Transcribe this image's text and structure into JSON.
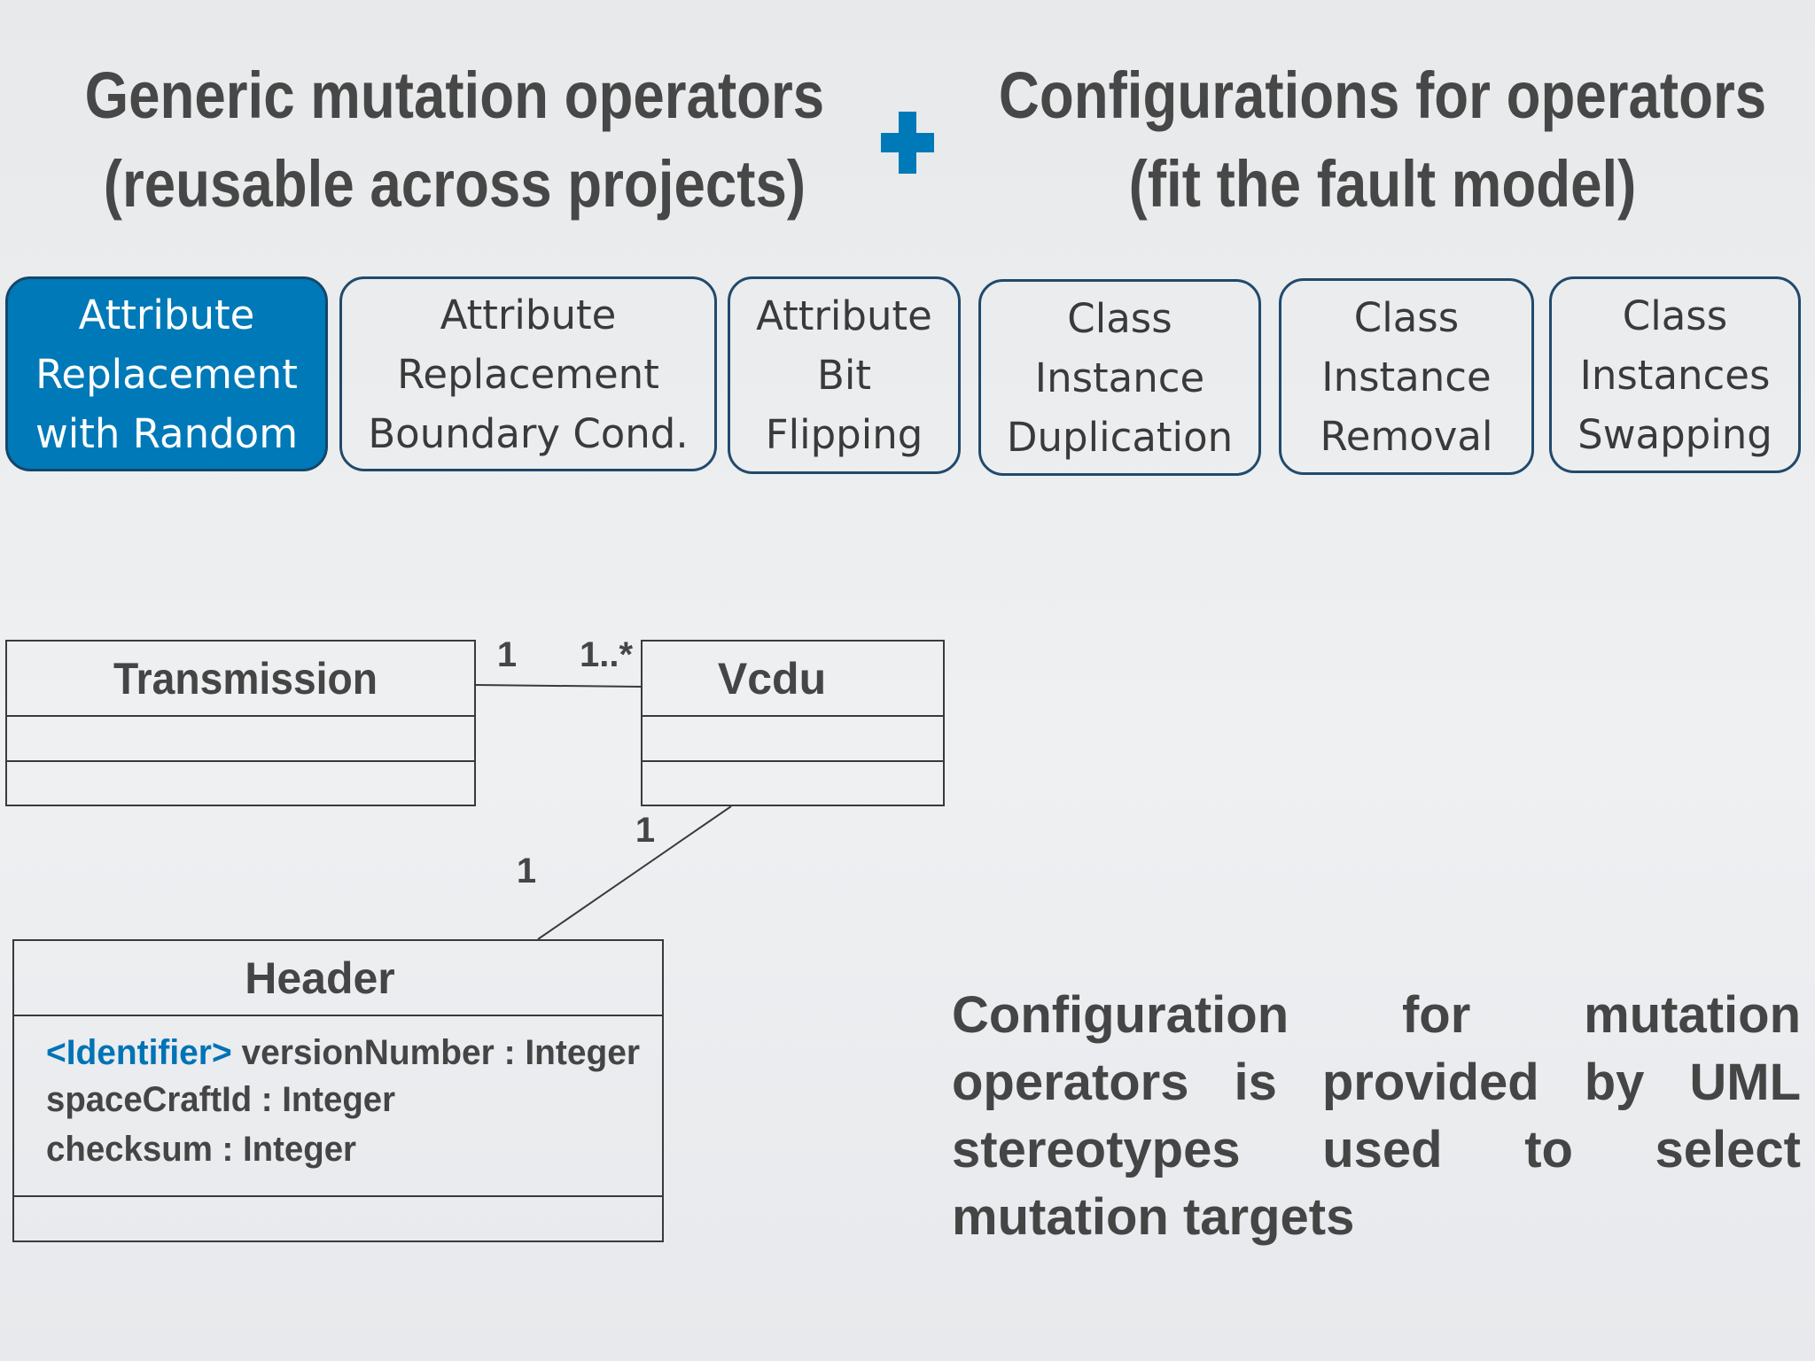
{
  "headings": {
    "left": [
      "Generic mutation operators",
      "(reusable across projects)"
    ],
    "right": [
      "Configurations for operators",
      "(fit the fault model)"
    ]
  },
  "plus_icon": {
    "icon": "plus-icon",
    "color": "#0079b8"
  },
  "operators": [
    {
      "lines": [
        "Attribute",
        "Replacement",
        "with Random"
      ],
      "highlighted": true
    },
    {
      "lines": [
        "Attribute",
        "Replacement",
        "Boundary Cond."
      ],
      "highlighted": false
    },
    {
      "lines": [
        "Attribute",
        "Bit",
        "Flipping"
      ],
      "highlighted": false
    },
    {
      "lines": [
        "Class",
        "Instance",
        "Duplication"
      ],
      "highlighted": false
    },
    {
      "lines": [
        "Class",
        "Instance",
        "Removal"
      ],
      "highlighted": false
    },
    {
      "lines": [
        "Class",
        "Instances",
        "Swapping"
      ],
      "highlighted": false
    }
  ],
  "colors": {
    "accent": "#0079b8",
    "box_border": "#214a6c",
    "stereotype": "#0073b5",
    "text": "#454545"
  },
  "uml": {
    "classes": {
      "transmission": {
        "name": "Transmission"
      },
      "vcdu": {
        "name": "Vcdu"
      },
      "header": {
        "name": "Header",
        "attributes": [
          {
            "stereotype": "<Identifier>",
            "text": " versionNumber : Integer"
          },
          {
            "stereotype": "",
            "text": "spaceCraftId : Integer"
          },
          {
            "stereotype": "",
            "text": "checksum : Integer"
          }
        ]
      }
    },
    "associations": {
      "transmission_vcdu": {
        "source_mult": "1",
        "target_mult": "1..*"
      },
      "vcdu_header": {
        "source_mult": "1",
        "target_mult": "1"
      }
    }
  },
  "note": "Configuration for mutation operators is provided by UML stereotypes used to select mutation targets"
}
